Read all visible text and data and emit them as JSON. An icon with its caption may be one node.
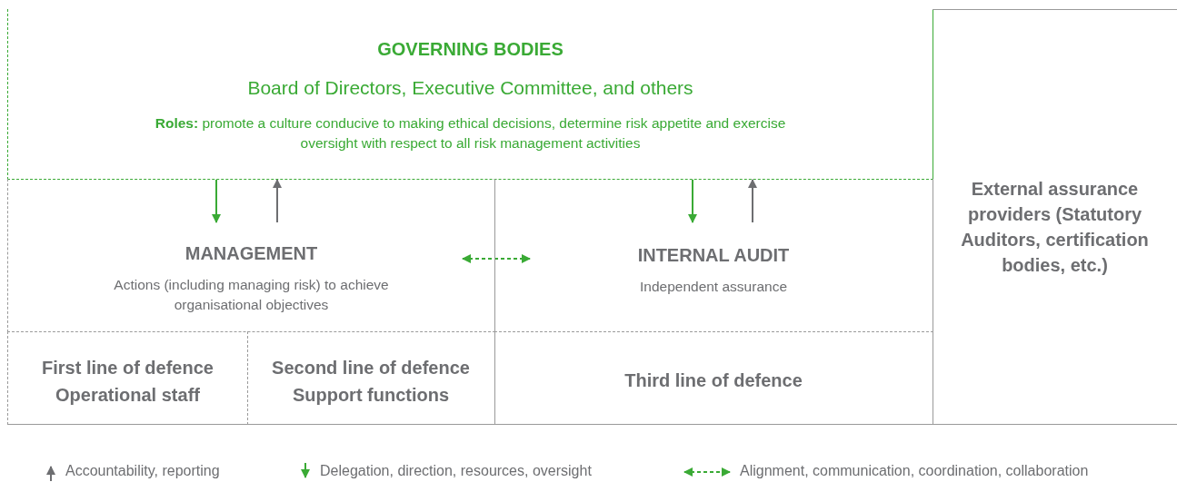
{
  "diagram": {
    "nodes": [
      {
        "text": [
          "GOVERNING BODIES",
          "Board of Directors, Executive Committee, and others",
          "**Roles:** promote a culture conducive to making ethical decisions, determine risk appetite and exercise oversight with respect to all risk management activities"
        ]
      },
      {
        "text": [
          "MANAGEMENT",
          "Actions (including managing risk) to achieve organisational objectives"
        ]
      },
      {
        "text": [
          "INTERNAL AUDIT",
          "Independent assurance"
        ]
      },
      {
        "text": [
          "First line of defence",
          "Operational staff"
        ]
      },
      {
        "text": [
          "Second line of defence",
          "Support functions"
        ]
      },
      {
        "text": [
          "Third line of defence"
        ]
      },
      {
        "text": [
          "External assurance providers (Statutory Auditors, certification bodies, etc.)"
        ]
      }
    ],
    "edges": [
      {
        "from": 0,
        "to": 1,
        "arrow": "to"
      },
      {
        "from": 1,
        "to": 0,
        "arrow": "to",
        "color": "#6d6e71"
      },
      {
        "from": 0,
        "to": 2,
        "arrow": "to"
      },
      {
        "from": 2,
        "to": 0,
        "arrow": "to",
        "color": "#6d6e71"
      },
      {
        "from": 1,
        "to": 2,
        "arrow": "both",
        "style": "dashed"
      }
    ],
    "legend": [
      {
        "text": "Accountability, reporting"
      },
      {
        "text": "Delegation, direction, resources, oversight"
      },
      {
        "text": "Alignment, communication, coordination, collaboration"
      }
    ]
  }
}
